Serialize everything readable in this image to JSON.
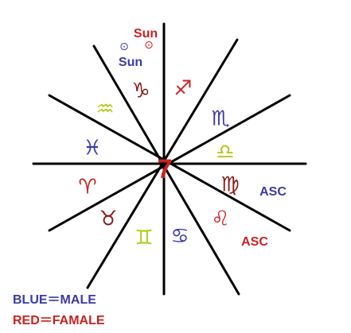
{
  "colors": {
    "line": "#000000",
    "male": "#3b3ba8",
    "female": "#cc2020",
    "dark_red": "#8b1a1a",
    "yellow_green": "#b5c91a",
    "background": "#ffffff"
  },
  "center_label": {
    "text": "7",
    "color": "#cc2020"
  },
  "signs": [
    {
      "id": "capricorn",
      "symbol": "♑",
      "color": "#8b1a1a",
      "name_icon": "capricorn-icon"
    },
    {
      "id": "sagittarius",
      "symbol": "♐",
      "color": "#cc2020",
      "name_icon": "sagittarius-icon"
    },
    {
      "id": "scorpio",
      "symbol": "♏",
      "color": "#3b3ba8",
      "name_icon": "scorpio-icon"
    },
    {
      "id": "libra",
      "symbol": "♎",
      "color": "#b5c91a",
      "name_icon": "libra-icon"
    },
    {
      "id": "virgo",
      "symbol": "♍",
      "color": "#8b1a1a",
      "name_icon": "virgo-icon"
    },
    {
      "id": "leo",
      "symbol": "♌",
      "color": "#cc2020",
      "name_icon": "leo-icon"
    },
    {
      "id": "cancer",
      "symbol": "♋",
      "color": "#3b3ba8",
      "name_icon": "cancer-icon"
    },
    {
      "id": "gemini",
      "symbol": "♊",
      "color": "#b5c91a",
      "name_icon": "gemini-icon"
    },
    {
      "id": "taurus",
      "symbol": "♉",
      "color": "#8b1a1a",
      "name_icon": "taurus-icon"
    },
    {
      "id": "aries",
      "symbol": "♈",
      "color": "#cc2020",
      "name_icon": "aries-icon"
    },
    {
      "id": "pisces",
      "symbol": "♓",
      "color": "#3b3ba8",
      "name_icon": "pisces-icon"
    },
    {
      "id": "aquarius",
      "symbol": "♒",
      "color": "#b5c91a",
      "name_icon": "aquarius-icon"
    }
  ],
  "annotations": {
    "sun_female": {
      "text": "Sun",
      "color": "#cc2020",
      "symbol": "⊙"
    },
    "sun_male": {
      "text": "Sun",
      "color": "#3b3ba8",
      "symbol": "⊙"
    },
    "asc_male": {
      "text": "ASC",
      "color": "#3b3ba8"
    },
    "asc_female": {
      "text": "ASC",
      "color": "#cc2020"
    }
  },
  "legend": {
    "male": "BLUE＝MALE",
    "female": "RED＝FAMALE"
  }
}
